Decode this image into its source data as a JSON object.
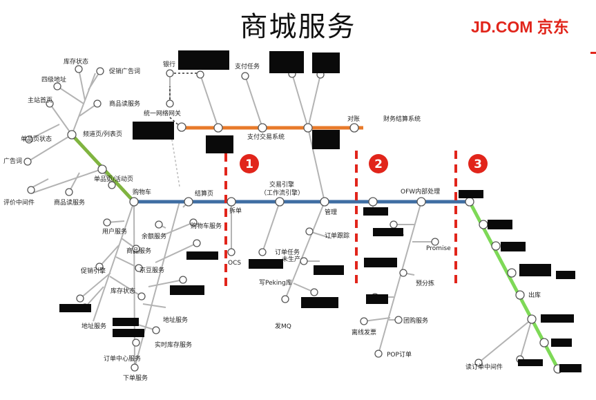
{
  "header": {
    "title": "商城服务",
    "logo": "JD.COM 京东"
  },
  "colors": {
    "green": "#80b440",
    "lightgreen": "#7ed957",
    "orange": "#e87a2a",
    "blue": "#3f6ea3",
    "red": "#e1251b",
    "branch": "#b3b3b3",
    "redacted": "#0a0a0a"
  },
  "stages": [
    "1",
    "2",
    "3"
  ],
  "labels": {
    "main_site": "主站首页",
    "level4_addr": "四级地址",
    "inventory_top": "库存状态",
    "promo_ad": "促销广告词",
    "product_read": "商品读服务",
    "category_list": "频道页/列表页",
    "single_state": "单品页状态",
    "ad_words": "广告词",
    "single_active": "单品页/活动页",
    "review_middleware": "评价中间件",
    "product_read2": "商品读服务",
    "cart": "购物车",
    "checkout": "结算页",
    "bank": "银行",
    "pay_task": "支付任务",
    "unified_gateway": "统一网络网关",
    "pay_system": "支付交易系统",
    "reconcile": "对账",
    "finance_system": "财务结算系统",
    "split": "拆单",
    "engine": "交易引擎",
    "engine_sub": "（工作流引擎）",
    "manage": "管理",
    "ofw": "OFW内部处理",
    "user_service": "用户服务",
    "balance_service": "余额服务",
    "cart_service": "购物车服务",
    "product_service": "商品服务",
    "jingdou_service": "京豆服务",
    "promo_engine": "促销引擎",
    "inventory_service": "库存状态",
    "address_service": "地址服务",
    "addr_service2": "地址服务",
    "order_center": "订单中心服务",
    "realtime_stock": "实时库存服务",
    "order_service": "下单服务",
    "ocs": "OCS",
    "order_task": "订单任务",
    "order_task_sub": "未生产",
    "order_tracking": "订单跟踪",
    "peking_lib": "写Peking库",
    "send_mq": "发MQ",
    "promise": "Promise",
    "preship": "预分拣",
    "wholesale": "团购服务",
    "split_ticket": "离线发票",
    "pop_order": "POP订单",
    "outbound": "出库",
    "order_middleware": "读订单中间件"
  }
}
